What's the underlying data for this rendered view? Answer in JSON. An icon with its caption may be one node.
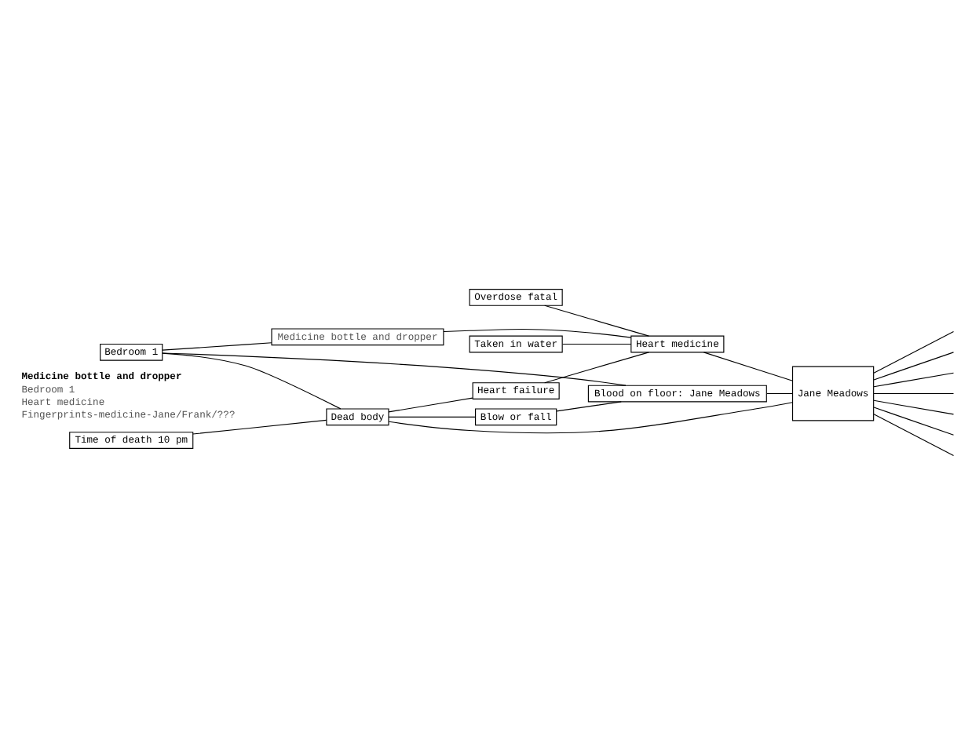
{
  "diagram": {
    "nodes": [
      {
        "text": [
          "Time of death 10 pm"
        ]
      },
      {
        "text": [
          "Taken in water"
        ]
      },
      {
        "text": [
          "Overdose fatal"
        ]
      },
      {
        "text": [
          "Medicine bottle and dropper"
        ]
      },
      {
        "text": [
          "Heart failure"
        ]
      },
      {
        "text": [
          "Heart medicine"
        ]
      },
      {
        "text": [
          "Bedroom 1"
        ]
      },
      {
        "text": [
          "Dead body"
        ]
      },
      {
        "text": [
          "Jane Meadows"
        ]
      },
      {
        "text": [
          "Blow or fall"
        ]
      },
      {
        "text": [
          "Blood on floor: Jane Meadows"
        ]
      }
    ],
    "edges": [
      {
        "from": 0,
        "to": 7,
        "arrow": "none"
      },
      {
        "from": 6,
        "to": 3,
        "arrow": "none"
      },
      {
        "from": 6,
        "to": 7,
        "arrow": "none"
      },
      {
        "from": 6,
        "to": 10,
        "arrow": "none"
      },
      {
        "from": 3,
        "to": 5,
        "arrow": "none"
      },
      {
        "from": 7,
        "to": 4,
        "arrow": "none"
      },
      {
        "from": 4,
        "to": 5,
        "arrow": "none"
      },
      {
        "from": 7,
        "to": 9,
        "arrow": "none"
      },
      {
        "from": 7,
        "to": 8,
        "arrow": "none"
      },
      {
        "from": 9,
        "to": 10,
        "arrow": "none"
      },
      {
        "from": 5,
        "to": 8,
        "arrow": "none"
      },
      {
        "from": 2,
        "to": 5,
        "arrow": "none"
      },
      {
        "from": 1,
        "to": 5,
        "arrow": "none"
      },
      {
        "from": 10,
        "to": 8,
        "arrow": "none"
      },
      {
        "from": 8,
        "to": null,
        "arrow": "none"
      },
      {
        "from": 8,
        "to": null,
        "arrow": "none"
      },
      {
        "from": 8,
        "to": null,
        "arrow": "none"
      },
      {
        "from": 8,
        "to": null,
        "arrow": "none"
      },
      {
        "from": 8,
        "to": null,
        "arrow": "none"
      },
      {
        "from": 8,
        "to": null,
        "arrow": "none"
      },
      {
        "from": 8,
        "to": null,
        "arrow": "none"
      }
    ],
    "labels": [
      "Medicine bottle and dropper",
      "Bedroom 1",
      "Heart medicine",
      "Fingerprints-medicine-Jane/Frank/???"
    ]
  }
}
